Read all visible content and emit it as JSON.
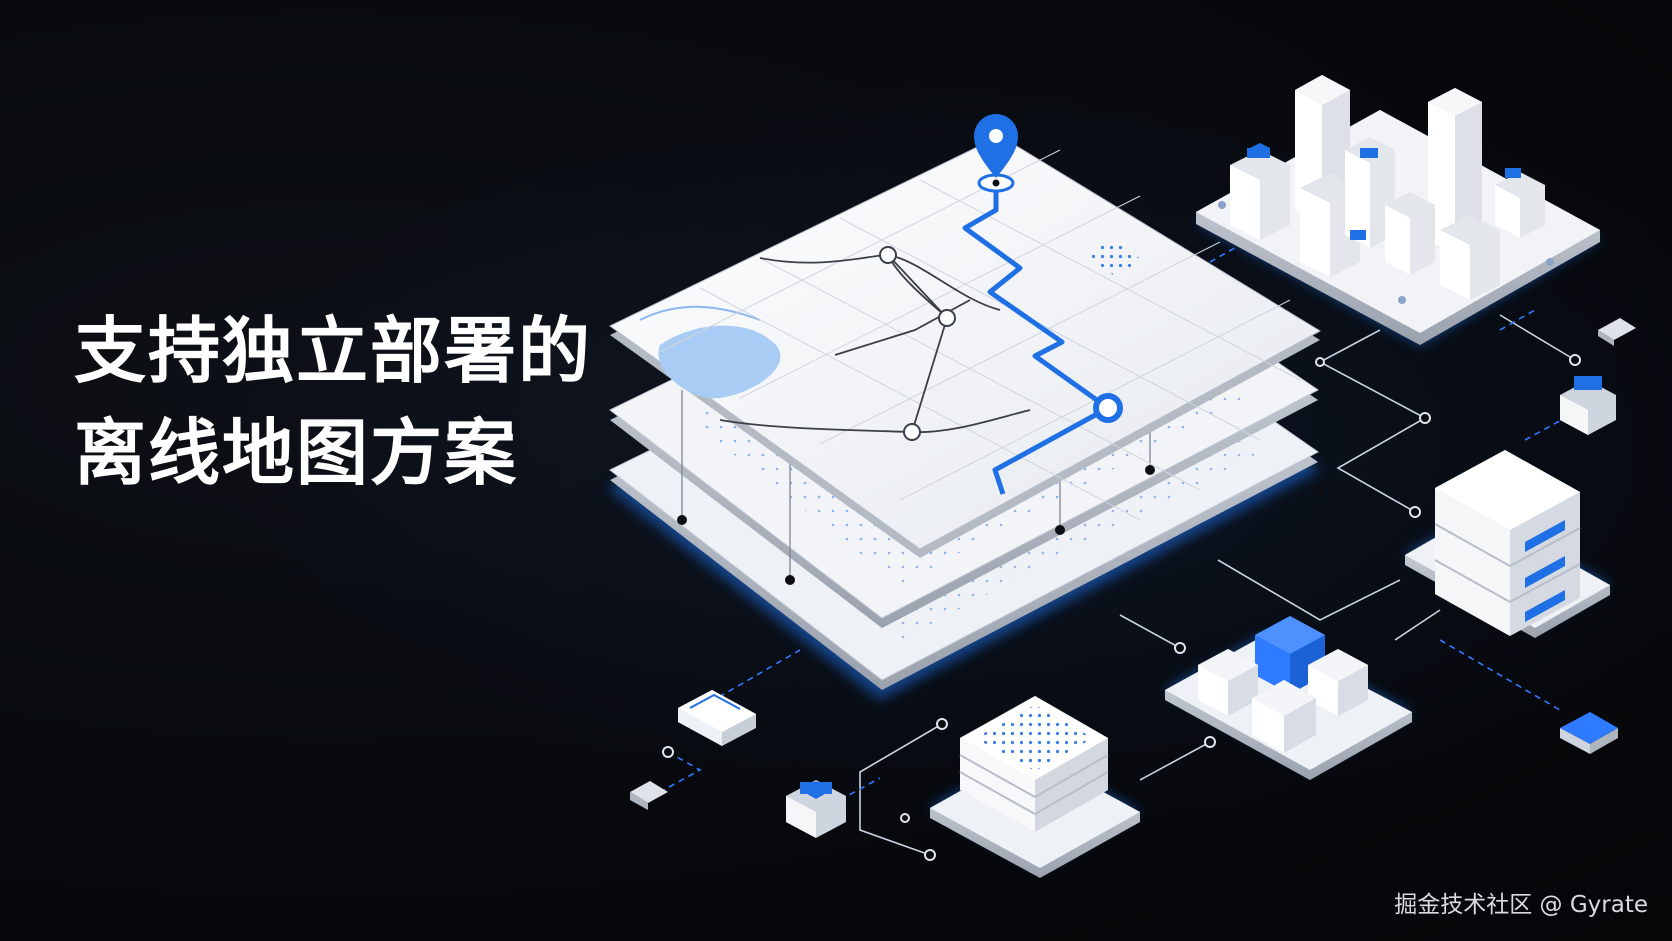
{
  "headline": {
    "line1": "支持独立部署的",
    "line2": "离线地图方案"
  },
  "watermark": "掘金技术社区 @ Gyrate",
  "colors": {
    "background": "#07090d",
    "accent": "#1f6fe5",
    "glow": "#2f7bff",
    "tile": "#f1f3f6",
    "water": "#a9ccf5"
  },
  "illustration": {
    "icons": [
      "map-pin-icon",
      "route-line",
      "city-block-icon",
      "server-stack-icon",
      "cube-cluster-icon",
      "chip-grid-icon"
    ]
  }
}
